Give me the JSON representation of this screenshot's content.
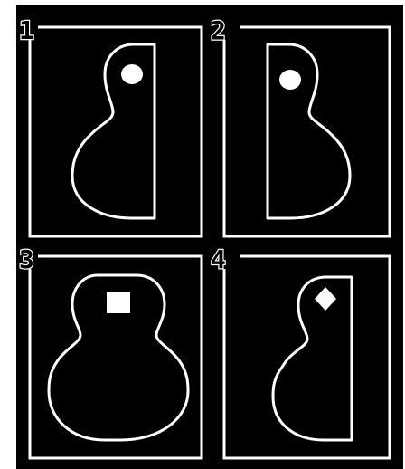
{
  "puzzle": {
    "colors": {
      "background": "#000000",
      "line": "#ffffff",
      "page": "#ffffff"
    },
    "panels": [
      {
        "number": "1",
        "shape": "guitar-body-half",
        "cut_side": "right",
        "marker": "circle"
      },
      {
        "number": "2",
        "shape": "guitar-body-half",
        "cut_side": "left",
        "marker": "circle"
      },
      {
        "number": "3",
        "shape": "guitar-body-full",
        "cut_side": "none",
        "marker": "square"
      },
      {
        "number": "4",
        "shape": "guitar-body-half",
        "cut_side": "right",
        "marker": "diamond"
      }
    ]
  }
}
